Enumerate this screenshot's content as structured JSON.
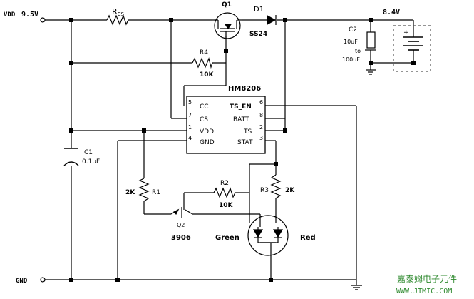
{
  "rails": {
    "vdd_label": "VDD",
    "vdd_value": "9.5V",
    "gnd_label": "GND",
    "vout_value": "8.4V"
  },
  "ic": {
    "name": "HM8206",
    "pins": [
      {
        "num": "5",
        "name": "CC"
      },
      {
        "num": "7",
        "name": "CS"
      },
      {
        "num": "1",
        "name": "VDD"
      },
      {
        "num": "4",
        "name": "GND"
      },
      {
        "num": "6",
        "name": "TS_EN"
      },
      {
        "num": "8",
        "name": "BATT"
      },
      {
        "num": "2",
        "name": "TS"
      },
      {
        "num": "3",
        "name": "STAT"
      }
    ]
  },
  "components": {
    "rcs": {
      "label": "R",
      "sub": "CS"
    },
    "q1": {
      "label": "Q1"
    },
    "d1": {
      "label": "D1",
      "part": "SS24"
    },
    "r4": {
      "label": "R4",
      "value": "10K"
    },
    "c2": {
      "label": "C2",
      "value_a": "10uF",
      "to": "to",
      "value_b": "100uF"
    },
    "c1": {
      "label": "C1",
      "value": "0.1uF"
    },
    "r1": {
      "label": "R1",
      "value": "2K"
    },
    "r2": {
      "label": "R2",
      "value": "10K"
    },
    "r3": {
      "label": "R3",
      "value": "2K"
    },
    "q2": {
      "label": "Q2",
      "part": "3906"
    },
    "led_green": {
      "label": "Green"
    },
    "led_red": {
      "label": "Red"
    }
  },
  "watermark": {
    "line1": "嘉泰姆电子元件",
    "line2": "WWW.JTMIC.COM"
  },
  "colors": {
    "wire": "#000000",
    "watermark_line1": "#2f8a2f",
    "watermark_line2": "#2f8a2f",
    "battery_box": "#555555"
  }
}
